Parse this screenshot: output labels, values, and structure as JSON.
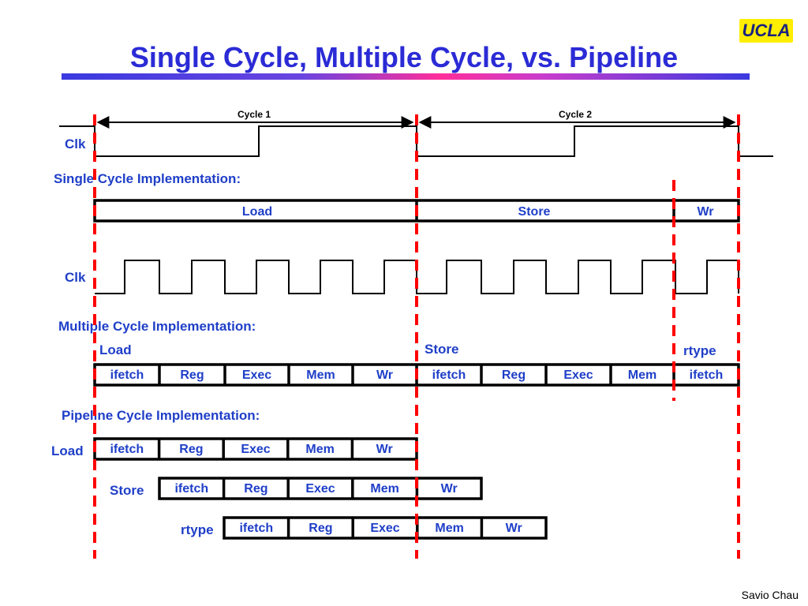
{
  "header": {
    "title": "Single Cycle, Multiple Cycle, vs. Pipeline",
    "logo": "UCLA"
  },
  "cycle_labels": [
    "Cycle 1",
    "Cycle 2"
  ],
  "clock_label": "Clk",
  "sections": {
    "single": "Single Cycle Implementation:",
    "multi": "Multiple Cycle Implementation:",
    "pipeline": "Pipeline Cycle Implementation:"
  },
  "single_cycle": {
    "blocks": [
      "Load",
      "Store",
      "Wr"
    ]
  },
  "multi_cycle": {
    "instr_labels": [
      "Load",
      "Store",
      "rtype"
    ],
    "blocks": [
      "ifetch",
      "Reg",
      "Exec",
      "Mem",
      "Wr",
      "ifetch",
      "Reg",
      "Exec",
      "Mem",
      "ifetch"
    ]
  },
  "pipeline": {
    "rows": [
      {
        "label": "Load",
        "stages": [
          "ifetch",
          "Reg",
          "Exec",
          "Mem",
          "Wr"
        ]
      },
      {
        "label": "Store",
        "stages": [
          "ifetch",
          "Reg",
          "Exec",
          "Mem",
          "Wr"
        ]
      },
      {
        "label": "rtype",
        "stages": [
          "ifetch",
          "Reg",
          "Exec",
          "Mem",
          "Wr"
        ]
      }
    ]
  },
  "footer": {
    "author": "Savio Chau"
  },
  "colors": {
    "title": "#2b2bd6",
    "label": "#1f3fc8",
    "dash": "#ff0000",
    "logo_bg": "#ffee00"
  }
}
